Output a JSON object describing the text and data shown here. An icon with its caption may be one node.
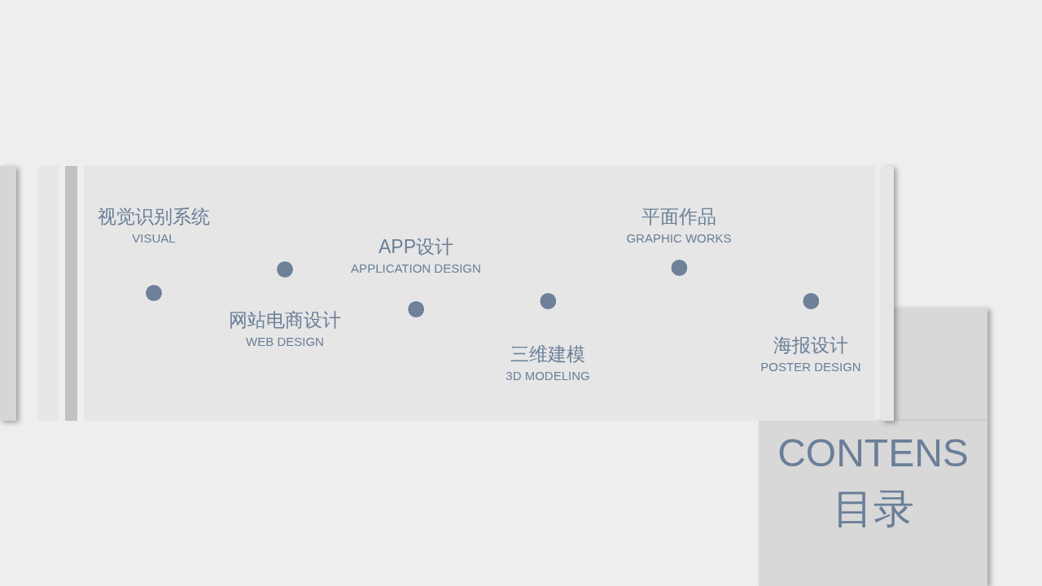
{
  "diagram": {
    "nodes": [
      {
        "text": [
          "CONTENS",
          "目录"
        ]
      },
      {
        "text": [
          "视觉识别系统",
          "VISUAL"
        ]
      },
      {
        "text": [
          "网站电商设计",
          "WEB DESIGN"
        ]
      },
      {
        "text": [
          "APP设计",
          "APPLICATION DESIGN"
        ]
      },
      {
        "text": [
          "三维建模",
          "3D MODELING"
        ]
      },
      {
        "text": [
          "平面作品",
          "GRAPHIC WORKS"
        ]
      },
      {
        "text": [
          "海报设计",
          "POSTER DESIGN"
        ]
      },
      {
        "text": [],
        "shape": "bar"
      },
      {
        "text": [],
        "shape": "bar"
      },
      {
        "text": [],
        "shape": "bar"
      },
      {
        "text": [],
        "shape": "bar"
      }
    ]
  }
}
